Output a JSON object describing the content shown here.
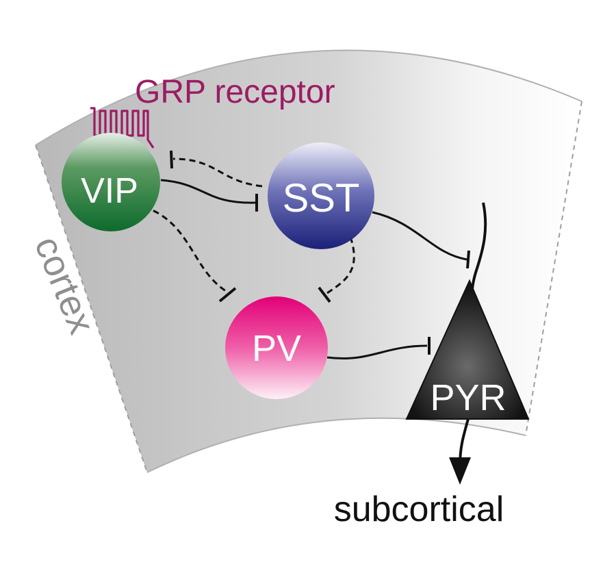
{
  "receptor_label": "GRP receptor",
  "region_label": "cortex",
  "output_label": "subcortical",
  "cells": {
    "vip": "VIP",
    "sst": "SST",
    "pv": "PV",
    "pyr": "PYR"
  },
  "colors": {
    "receptor": "#9b1c64",
    "vip": "#2d7a3c",
    "sst": "#3a3f96",
    "pv": "#e5007e",
    "pyr": "#1c1c1c",
    "cortex_fill": "#c8c8c8",
    "cortex_edge": "#a9a9a9"
  }
}
